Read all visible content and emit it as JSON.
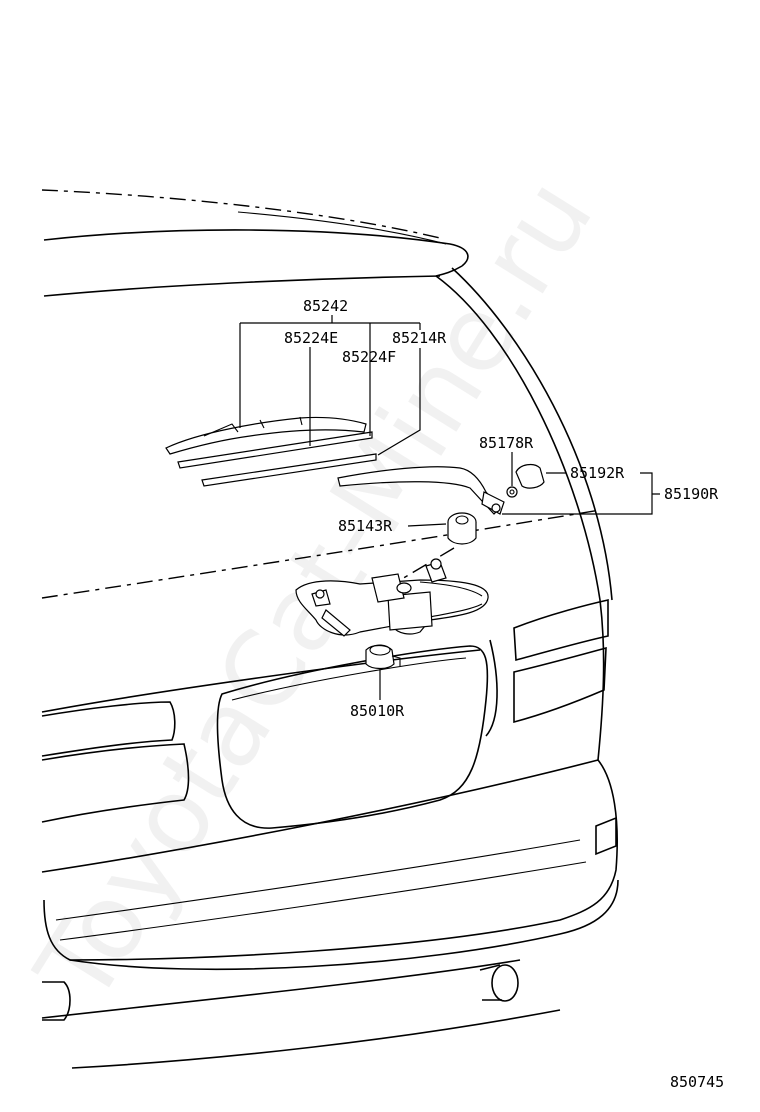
{
  "watermark": "ToyotaCat-Mine.ru",
  "figure_number": "850745",
  "callouts": {
    "blade_assembly": "85242",
    "blade_rubber_e": "85224E",
    "blade_insert_f": "85224F",
    "blade_refill": "85214R",
    "nut": "85178R",
    "cap": "85192R",
    "arm_assembly": "85190R",
    "pivot_seal": "85143R",
    "motor": "85010R"
  }
}
